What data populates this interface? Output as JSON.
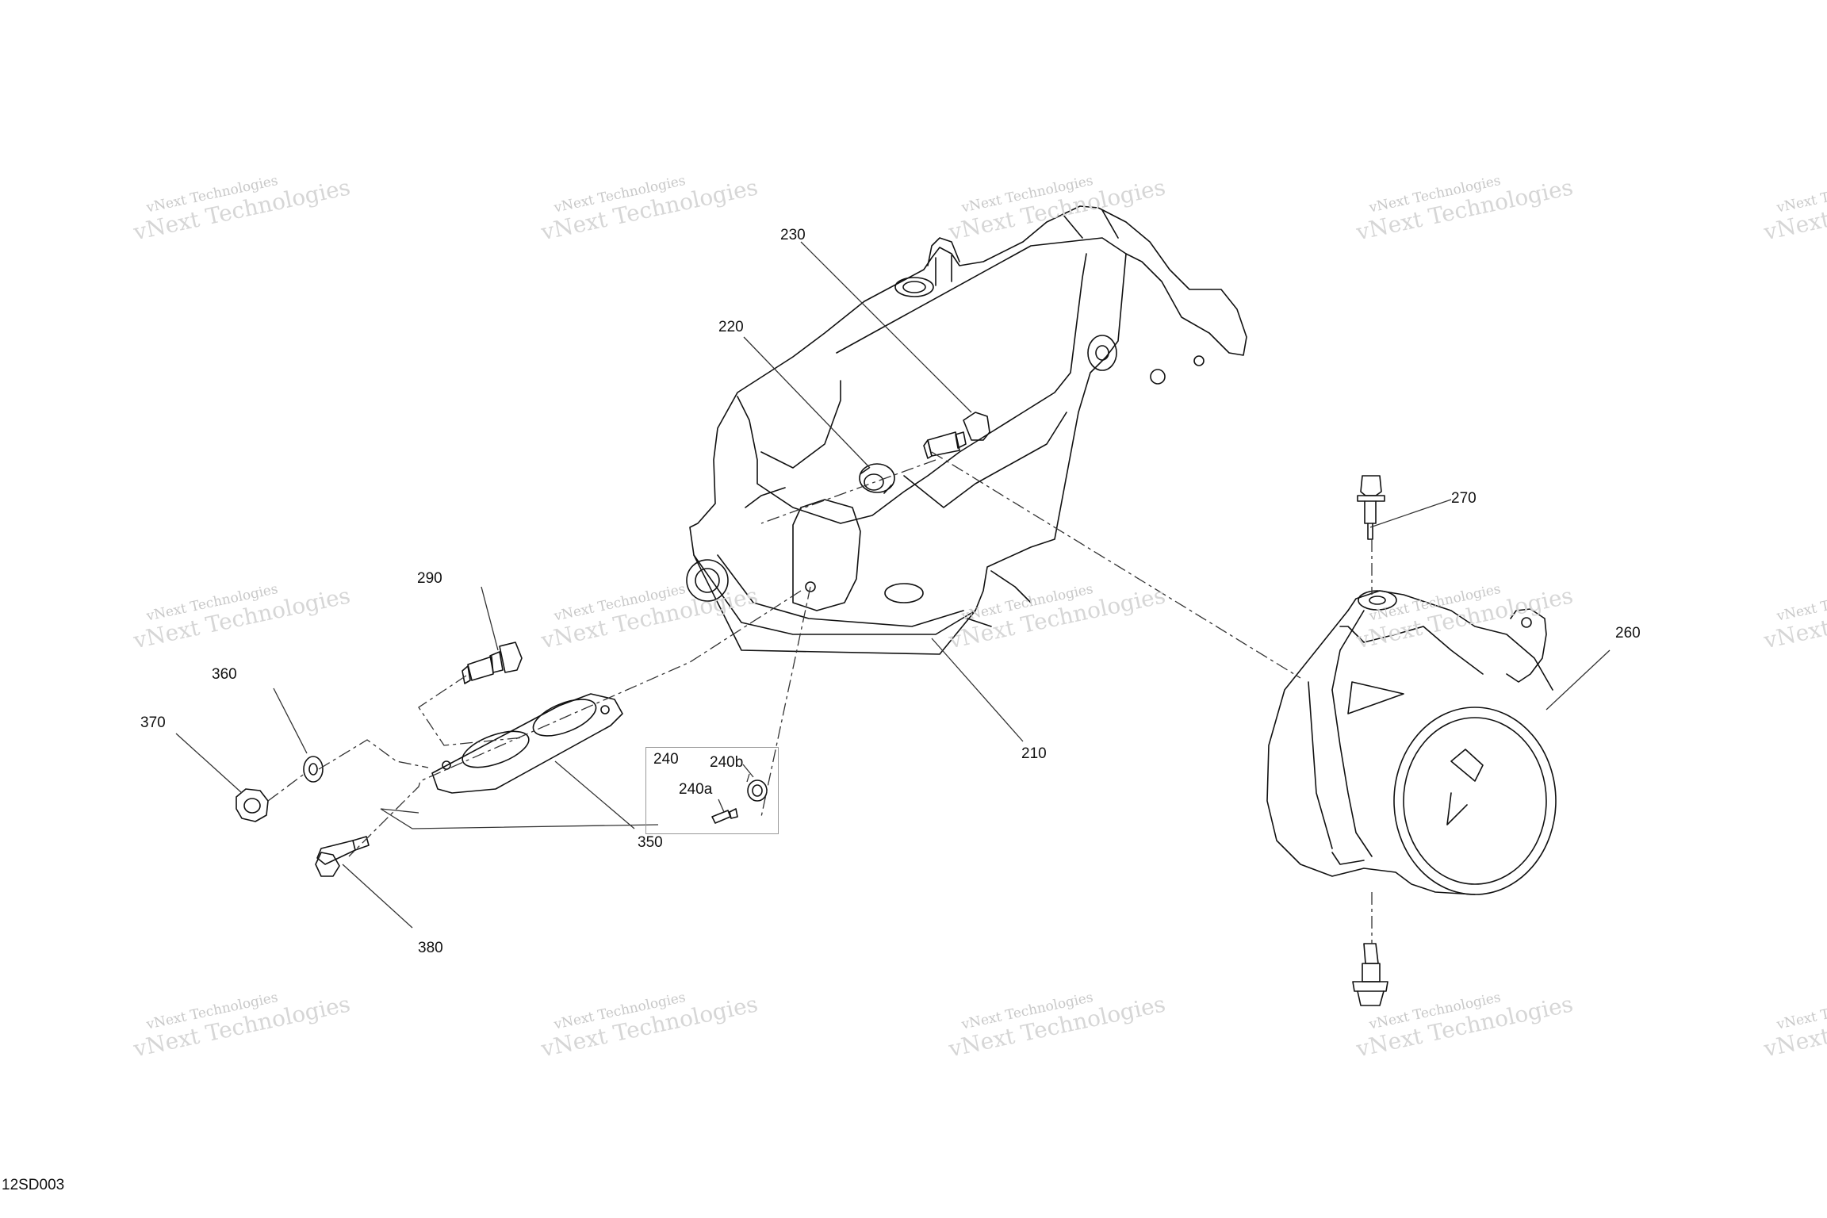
{
  "figure_id": "12SD003",
  "watermark": {
    "line1": "vNext Technologies",
    "line2": "vNext Technologies"
  },
  "callouts": {
    "c210": "210",
    "c220": "220",
    "c230": "230",
    "c240": "240",
    "c240a": "240a",
    "c240b": "240b",
    "c260": "260",
    "c270": "270",
    "c290": "290",
    "c350": "350",
    "c360": "360",
    "c370": "370",
    "c380": "380"
  },
  "colors": {
    "line": "#111111",
    "dash": "#333333",
    "watermark": "#c8c8c8"
  }
}
